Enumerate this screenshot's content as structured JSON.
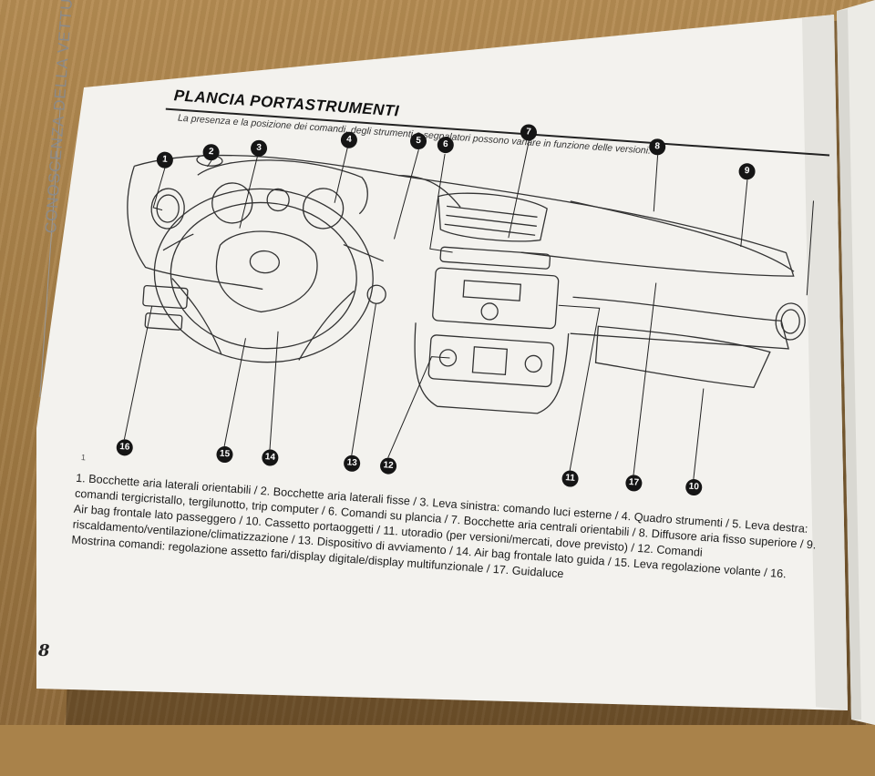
{
  "section_side_label": "CONOSCENZA DELLA VETTURA",
  "header": {
    "title": "PLANCIA PORTASTRUMENTI",
    "subtitle": "La presenza e la posizione dei comandi, degli strumenti e segnalatori possono variare in funzione delle versioni."
  },
  "callouts": [
    "1",
    "2",
    "3",
    "4",
    "5",
    "6",
    "7",
    "8",
    "9",
    "10",
    "11",
    "12",
    "13",
    "14",
    "15",
    "16",
    "17"
  ],
  "caption_note": "1",
  "caption": "1. Bocchette aria laterali orientabili / 2. Bocchette aria laterali fisse / 3. Leva sinistra: comando luci esterne / 4. Quadro strumenti / 5. Leva destra: comandi tergicristallo, tergilunotto, trip computer / 6. Comandi su plancia / 7. Bocchette aria centrali orientabili / 8. Diffusore aria fisso superiore / 9. Air bag frontale lato passeggero / 10. Cassetto portaoggetti / 11. utoradio (per versioni/mercati, dove previsto) / 12. Comandi riscaldamento/ventilazione/climatizzazione / 13. Dispositivo di avviamento / 14. Air bag frontale lato guida / 15. Leva regolazione volante / 16. Mostrina comandi: regolazione assetto fari/display digitale/display multifunzionale / 17. Guidaluce",
  "page_number": "8",
  "colors": {
    "table": "#a9824a",
    "paper": "#f3f2ee",
    "ink": "#1c1c1c"
  }
}
